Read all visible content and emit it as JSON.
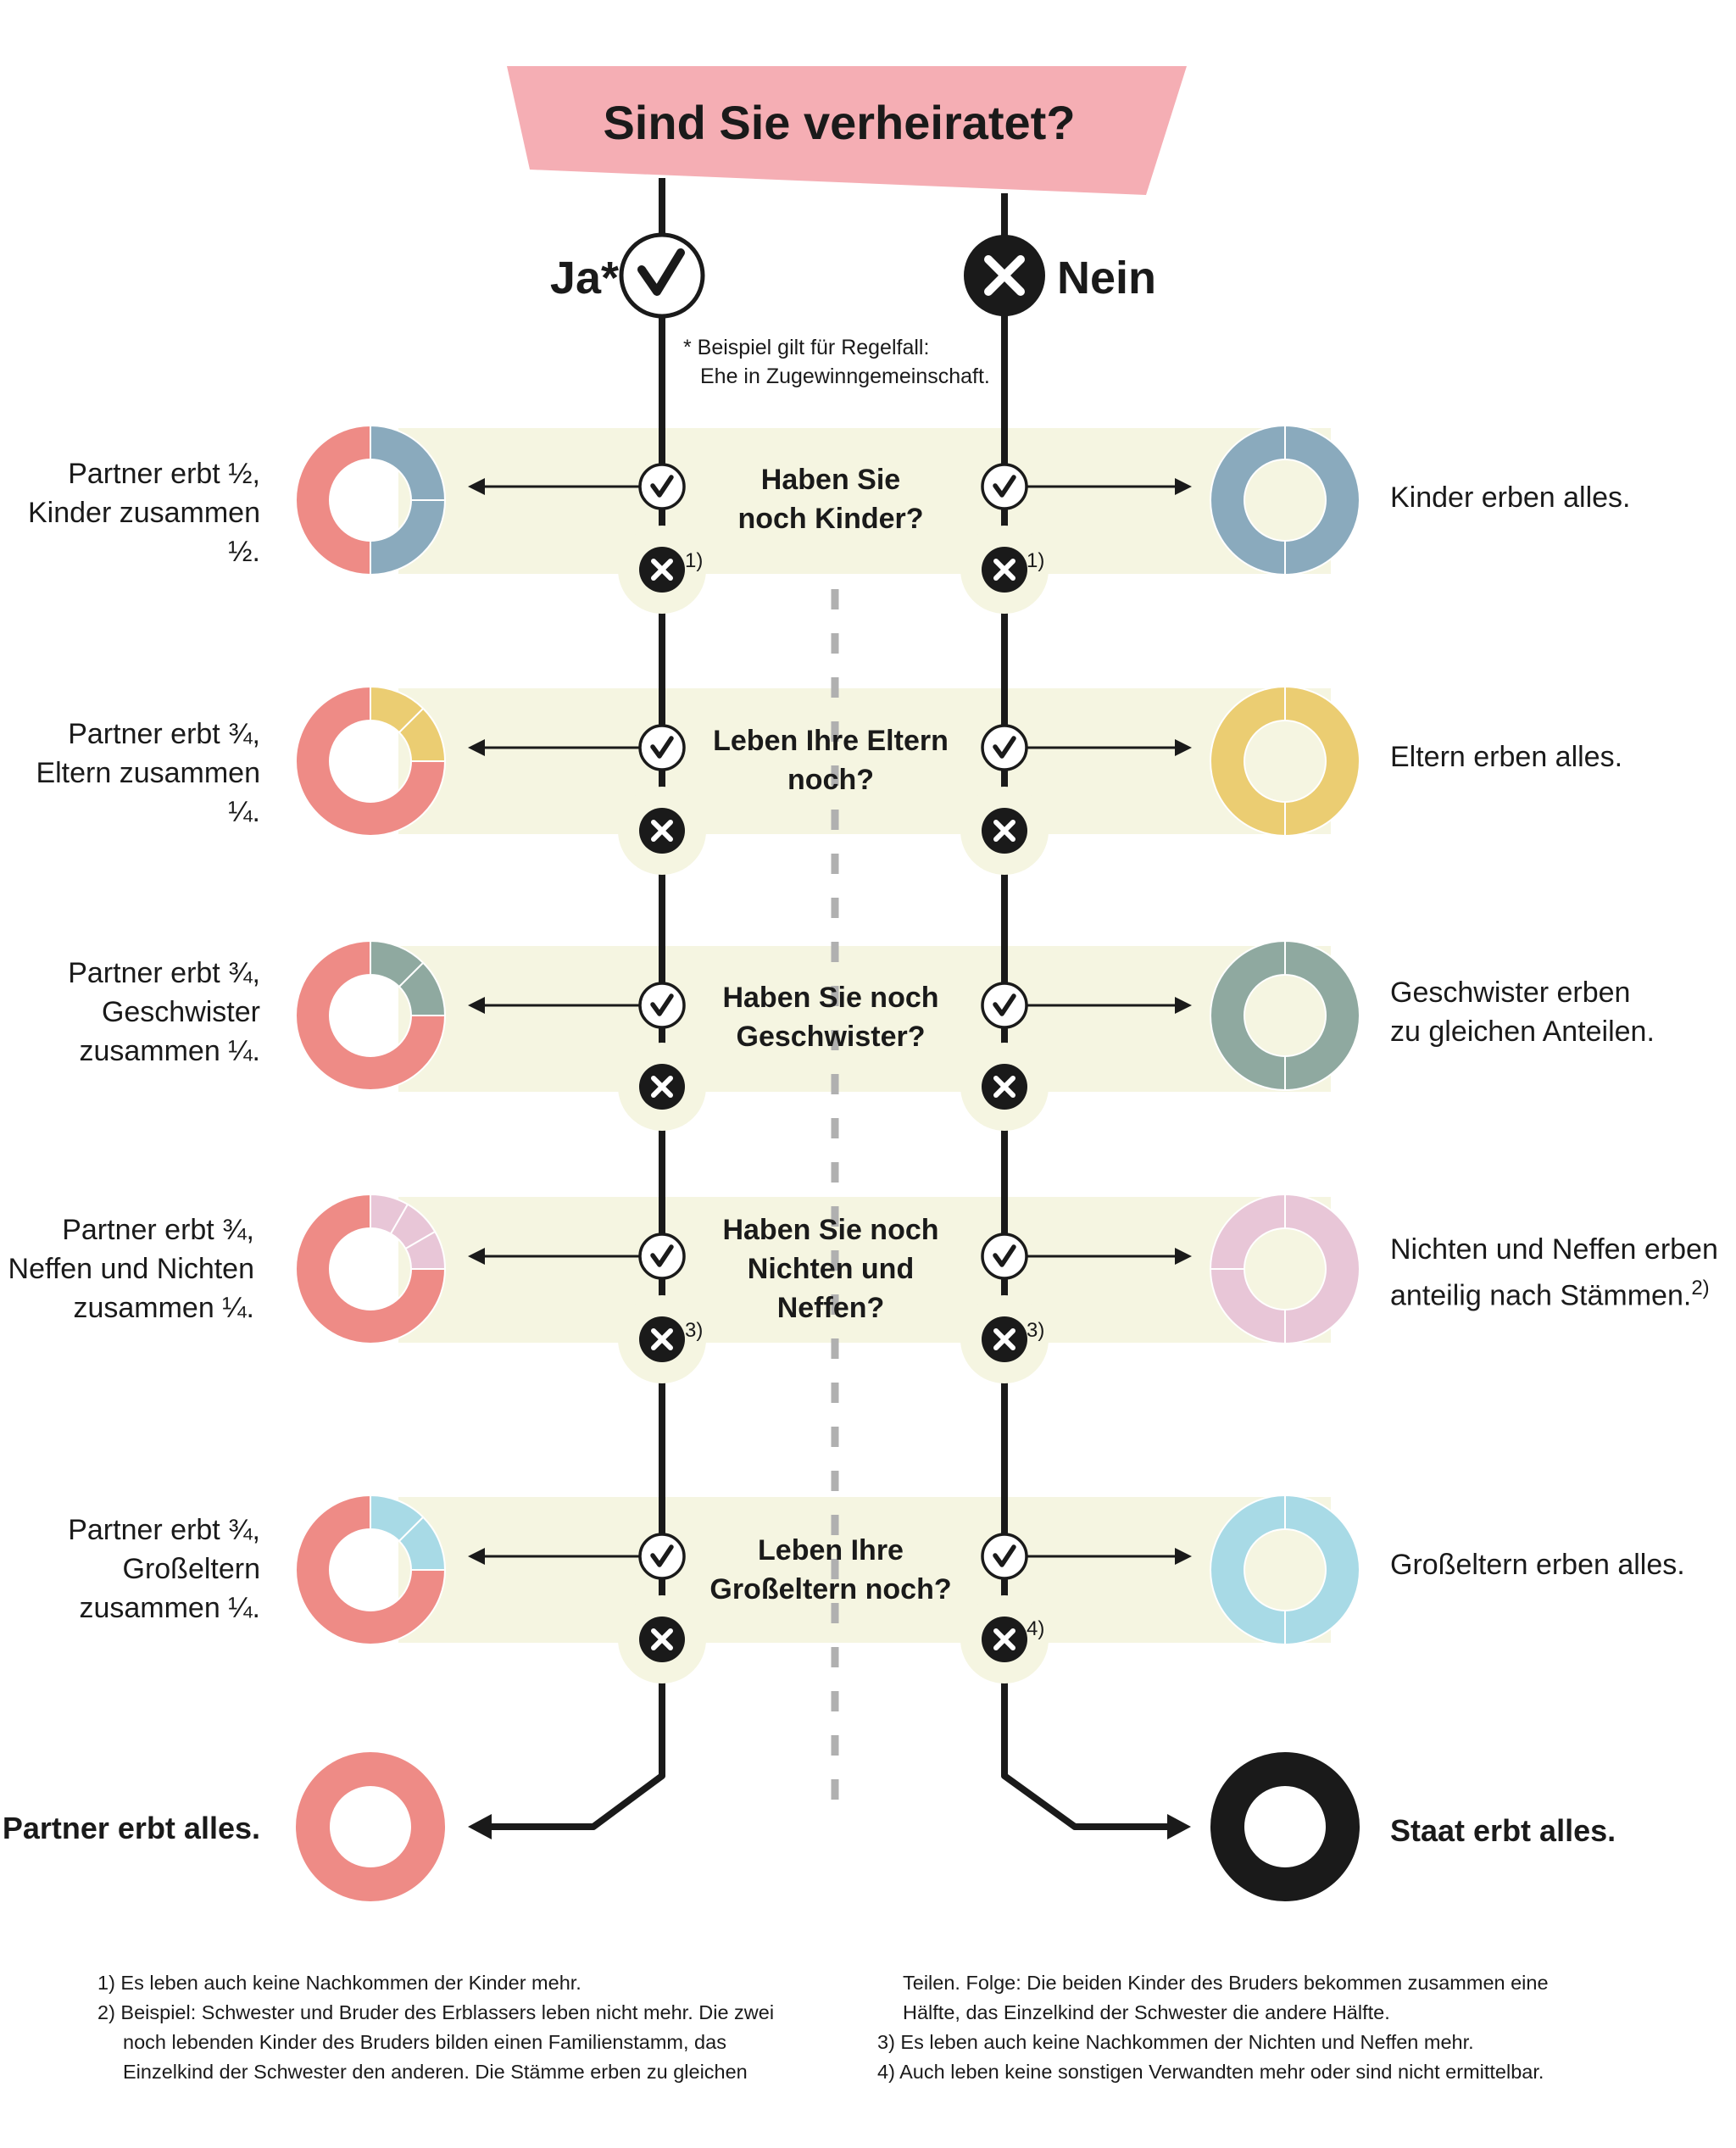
{
  "title": "Sind Sie verheiratet?",
  "branches": {
    "yes_label": "Ja*",
    "no_label": "Nein",
    "footnote_star_line1": "* Beispiel gilt für Regelfall:",
    "footnote_star_line2": "Ehe in Zugewinngemeinschaft."
  },
  "colors": {
    "title_bg": "#f5aeb4",
    "band_bg": "#f5f5e1",
    "line": "#1a1a1a",
    "partner": "#ee8b86",
    "children": "#8aaabd",
    "parents": "#ebcd72",
    "siblings": "#8fa9a0",
    "nieces": "#e8c6d7",
    "grandparents": "#a8dae6",
    "state": "#1a1a1a",
    "dashed": "#b0b0b0"
  },
  "icons": {
    "yes": "check-icon",
    "no": "cross-icon",
    "arrow": "arrow-icon"
  },
  "rows": [
    {
      "question": [
        "Haben Sie",
        "noch Kinder?"
      ],
      "left_text": [
        "Partner erbt ½,",
        "Kinder zusammen ½."
      ],
      "right_text": [
        "Kinder erben alles."
      ],
      "yes_note": "1)",
      "no_note": "1)",
      "right_note": "",
      "left_shares": {
        "partner": 0.5,
        "other": [
          0.25,
          0.25
        ],
        "other_color": "children"
      },
      "right_shares": {
        "parts": [
          0.5,
          0.5
        ],
        "color": "children"
      }
    },
    {
      "question": [
        "Leben Ihre Eltern",
        "noch?"
      ],
      "left_text": [
        "Partner erbt ¾,",
        "Eltern zusammen ¼."
      ],
      "right_text": [
        "Eltern erben alles."
      ],
      "yes_note": "",
      "no_note": "",
      "right_note": "",
      "left_shares": {
        "partner": 0.75,
        "other": [
          0.125,
          0.125
        ],
        "other_color": "parents"
      },
      "right_shares": {
        "parts": [
          0.5,
          0.5
        ],
        "color": "parents"
      }
    },
    {
      "question": [
        "Haben Sie noch",
        "Geschwister?"
      ],
      "left_text": [
        "Partner erbt ¾,",
        "Geschwister",
        "zusammen ¼."
      ],
      "right_text": [
        "Geschwister erben",
        "zu gleichen Anteilen."
      ],
      "yes_note": "",
      "no_note": "",
      "right_note": "",
      "left_shares": {
        "partner": 0.75,
        "other": [
          0.125,
          0.125
        ],
        "other_color": "siblings"
      },
      "right_shares": {
        "parts": [
          0.5,
          0.5
        ],
        "color": "siblings"
      }
    },
    {
      "question": [
        "Haben Sie noch",
        "Nichten und",
        "Neffen?"
      ],
      "left_text": [
        "Partner erbt ¾,",
        "Neffen und Nichten",
        "zusammen ¼."
      ],
      "right_text": [
        "Nichten und Neffen erben",
        "anteilig nach Stämmen."
      ],
      "yes_note": "3)",
      "no_note": "3)",
      "right_note": "2)",
      "left_shares": {
        "partner": 0.75,
        "other": [
          0.0833,
          0.0833,
          0.0834
        ],
        "other_color": "nieces"
      },
      "right_shares": {
        "parts": [
          0.5,
          0.25,
          0.25
        ],
        "color": "nieces"
      }
    },
    {
      "question": [
        "Leben Ihre",
        "Großeltern noch?"
      ],
      "left_text": [
        "Partner erbt ¾,",
        "Großeltern",
        "zusammen ¼."
      ],
      "right_text": [
        "Großeltern erben alles."
      ],
      "yes_note": "",
      "no_note": "4)",
      "right_note": "",
      "left_shares": {
        "partner": 0.75,
        "other": [
          0.125,
          0.125
        ],
        "other_color": "grandparents"
      },
      "right_shares": {
        "parts": [
          0.5,
          0.5
        ],
        "color": "grandparents"
      }
    }
  ],
  "final": {
    "left_text": "Partner erbt alles.",
    "right_text": "Staat erbt alles."
  },
  "footnotes": {
    "col1": [
      "1) Es leben auch keine Nachkommen der Kinder mehr.",
      "2) Beispiel: Schwester und Bruder des Erblassers leben nicht mehr. Die zwei",
      "noch lebenden Kinder des Bruders bilden einen Familienstamm, das",
      "Einzelkind der Schwester den anderen. Die Stämme erben zu gleichen"
    ],
    "col2": [
      "Teilen. Folge: Die beiden Kinder des Bruders bekommen zusammen eine",
      "Hälfte, das Einzelkind der Schwester die andere Hälfte.",
      "3) Es leben auch keine Nachkommen der Nichten und Neffen mehr.",
      "4) Auch leben keine sonstigen Verwandten mehr oder sind nicht ermittelbar."
    ]
  }
}
